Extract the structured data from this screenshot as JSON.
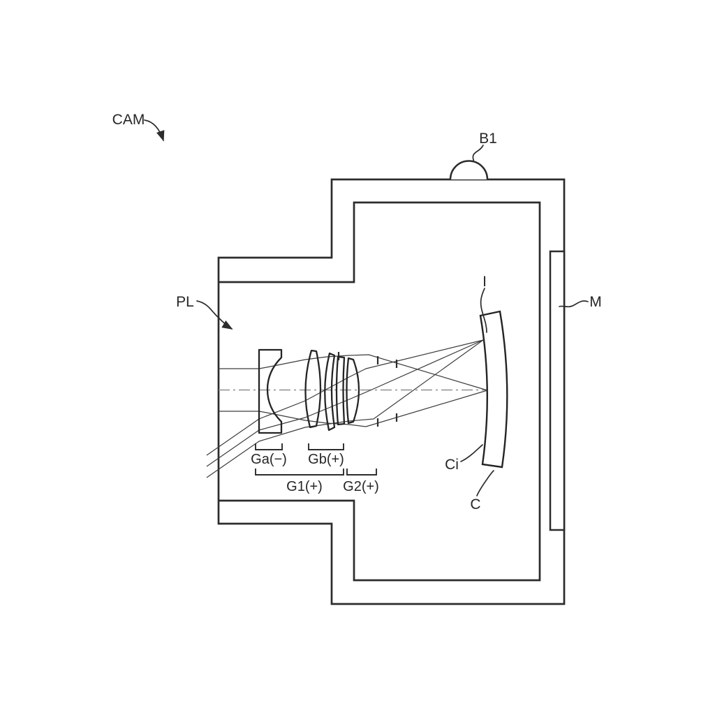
{
  "figure": {
    "type": "patent-optical-diagram",
    "labels": {
      "camera": "CAM",
      "release_button": "B1",
      "lens_barrel": "PL",
      "monitor": "M",
      "image_surface": "I",
      "imaging_region": "Ci",
      "curved_imager": "C",
      "group_ga": "Ga(−)",
      "group_gb": "Gb(+)",
      "group_g1": "G1(+)",
      "group_g2": "G2(+)"
    },
    "colors": {
      "background": "#ffffff",
      "outline": "#2c2c2c",
      "ray": "#3c3c3c",
      "optical_axis": "#8f8f8f"
    }
  }
}
